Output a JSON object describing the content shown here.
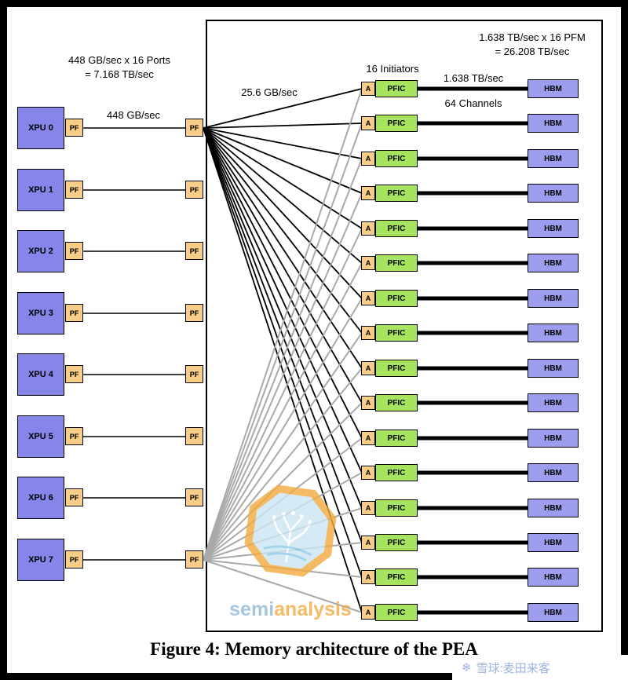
{
  "figure": {
    "caption": "Figure 4: Memory architecture of the PEA"
  },
  "labels": {
    "xpu_ports_line1": "448 GB/sec x 16 Ports",
    "xpu_ports_line2": "= 7.168 TB/sec",
    "xpu_link": "448 GB/sec",
    "fanout_bw": "25.6 GB/sec",
    "initiators": "16 Initiators",
    "hbm_bw": "1.638 TB/sec",
    "hbm_channels": "64 Channels",
    "pfm_line1": "1.638 TB/sec x 16 PFM",
    "pfm_line2": "= 26.208 TB/sec"
  },
  "xpus": [
    {
      "label": "XPU 0",
      "pf": "PF",
      "port": "PF"
    },
    {
      "label": "XPU 1",
      "pf": "PF",
      "port": "PF"
    },
    {
      "label": "XPU 2",
      "pf": "PF",
      "port": "PF"
    },
    {
      "label": "XPU 3",
      "pf": "PF",
      "port": "PF"
    },
    {
      "label": "XPU 4",
      "pf": "PF",
      "port": "PF"
    },
    {
      "label": "XPU 5",
      "pf": "PF",
      "port": "PF"
    },
    {
      "label": "XPU 6",
      "pf": "PF",
      "port": "PF"
    },
    {
      "label": "XPU 7",
      "pf": "PF",
      "port": "PF"
    }
  ],
  "rows": [
    {
      "a": "A",
      "pfic": "PFIC",
      "hbm": "HBM"
    },
    {
      "a": "A",
      "pfic": "PFIC",
      "hbm": "HBM"
    },
    {
      "a": "A",
      "pfic": "PFIC",
      "hbm": "HBM"
    },
    {
      "a": "A",
      "pfic": "PFIC",
      "hbm": "HBM"
    },
    {
      "a": "A",
      "pfic": "PFIC",
      "hbm": "HBM"
    },
    {
      "a": "A",
      "pfic": "PFIC",
      "hbm": "HBM"
    },
    {
      "a": "A",
      "pfic": "PFIC",
      "hbm": "HBM"
    },
    {
      "a": "A",
      "pfic": "PFIC",
      "hbm": "HBM"
    },
    {
      "a": "A",
      "pfic": "PFIC",
      "hbm": "HBM"
    },
    {
      "a": "A",
      "pfic": "PFIC",
      "hbm": "HBM"
    },
    {
      "a": "A",
      "pfic": "PFIC",
      "hbm": "HBM"
    },
    {
      "a": "A",
      "pfic": "PFIC",
      "hbm": "HBM"
    },
    {
      "a": "A",
      "pfic": "PFIC",
      "hbm": "HBM"
    },
    {
      "a": "A",
      "pfic": "PFIC",
      "hbm": "HBM"
    },
    {
      "a": "A",
      "pfic": "PFIC",
      "hbm": "HBM"
    },
    {
      "a": "A",
      "pfic": "PFIC",
      "hbm": "HBM"
    }
  ],
  "watermark": {
    "semi": "semi",
    "analysis": "analysis"
  },
  "credit": {
    "icon": "❄",
    "text": "雪球:麦田来客"
  },
  "colors": {
    "xpu-fill": "#8585ea",
    "pf-fill": "#f8cd87",
    "pfic-fill": "#a6e35f",
    "hbm-fill": "#9d9df0",
    "wire-black": "#000000",
    "wire-gray": "#a9a9a9",
    "wm-orange": "#f2a93e",
    "wm-blue": "#8fb8d8",
    "credit-color": "#9db4e0"
  }
}
